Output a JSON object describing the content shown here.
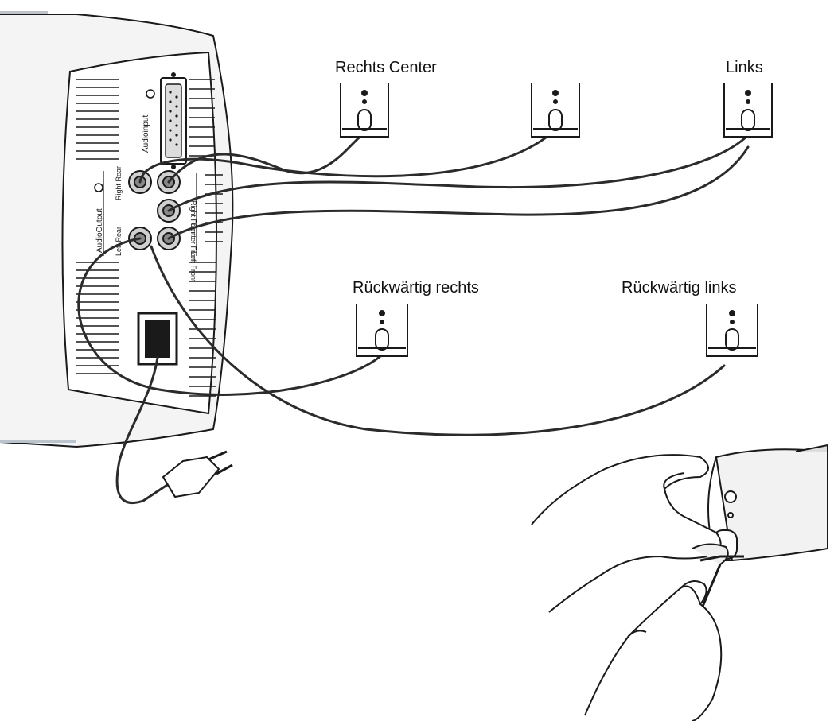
{
  "labels": {
    "right_center": "Rechts Center",
    "left": "Links",
    "rear_right": "Rückwärtig rechts",
    "rear_left": "Rückwärtig links"
  },
  "panel": {
    "audio_input": "Audioinput",
    "audio_output": "AudioOutput",
    "right_rear": "Right Rear",
    "right_front": "Right Front",
    "center_front": "Center Front",
    "left_rear": "Left Rear",
    "left_front": "Left Front",
    "ac_symbol": "~"
  },
  "colors": {
    "line": "#1a1a1a",
    "cable": "#2b2b2b",
    "background": "#ffffff"
  }
}
